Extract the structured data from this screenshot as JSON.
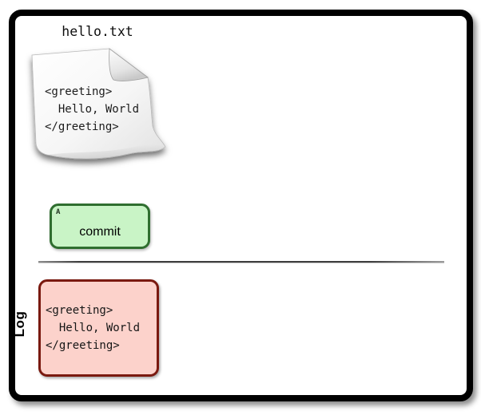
{
  "file": {
    "name": "hello.txt",
    "content": "<greeting>\n  Hello, World\n</greeting>"
  },
  "commit": {
    "badge": "A",
    "label": "commit"
  },
  "log": {
    "label": "Log",
    "entries": [
      {
        "content": "<greeting>\n  Hello, World\n</greeting>"
      }
    ]
  },
  "colors": {
    "commit_fill": "#c9f4c6",
    "commit_border": "#2f6e2f",
    "log_entry_fill": "#fcd2cb",
    "log_entry_border": "#7a190f",
    "frame_border": "#000000"
  }
}
